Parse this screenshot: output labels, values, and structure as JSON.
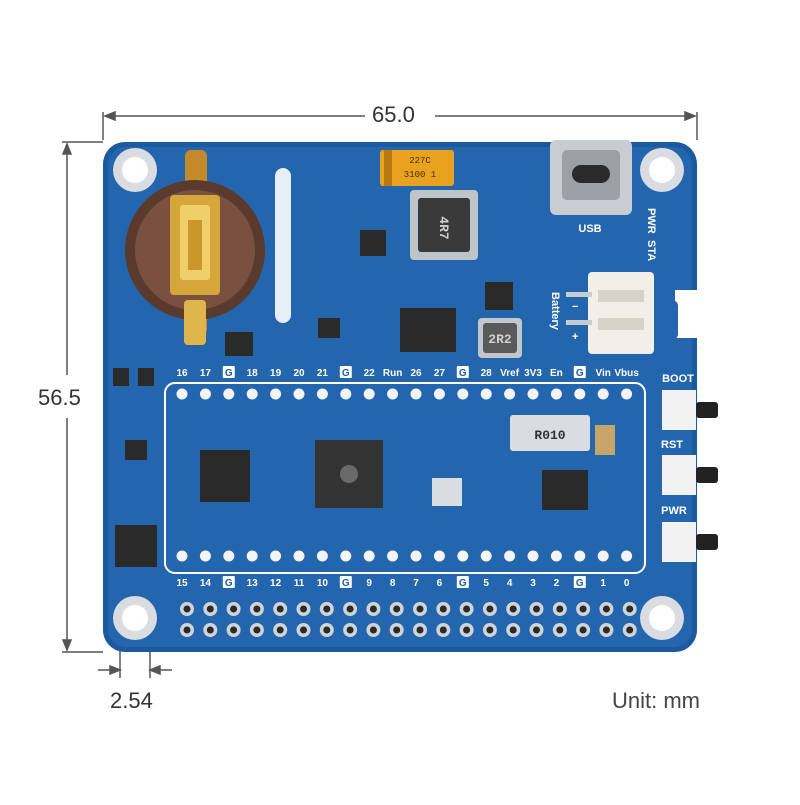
{
  "dimensions": {
    "width_label": "65.0",
    "height_label": "56.5",
    "pitch_label": "2.54",
    "unit_label": "Unit: mm"
  },
  "board": {
    "top_pin_labels": [
      "16",
      "17",
      "G",
      "18",
      "19",
      "20",
      "21",
      "G",
      "22",
      "Run",
      "26",
      "27",
      "G",
      "28",
      "Vref",
      "3V3",
      "En",
      "G",
      "Vin",
      "Vbus"
    ],
    "bottom_pin_labels": [
      "15",
      "14",
      "G",
      "13",
      "12",
      "11",
      "10",
      "G",
      "9",
      "8",
      "7",
      "6",
      "G",
      "5",
      "4",
      "3",
      "2",
      "G",
      "1",
      "0"
    ],
    "buttons": {
      "boot_label": "BOOT",
      "rst_label": "RST",
      "pwr_label": "PWR"
    },
    "usb_label": "USB",
    "led_labels": [
      "PWR",
      "STA"
    ],
    "battery_label": "Battery",
    "battery_minus": "−",
    "battery_plus": "+",
    "capacitor_mark": [
      "227C",
      "3100 1"
    ],
    "inductor_mark_1": "4R7",
    "inductor_mark_2": "2R2",
    "resistor_mark": "R010"
  },
  "colors": {
    "pcb_blue": "#1e5fa3",
    "pcb_light": "#3a7bc4",
    "silk": "#ffffff",
    "gold": "#d6a63a",
    "chip_black": "#2a2a2a",
    "dim_line": "#555555"
  }
}
